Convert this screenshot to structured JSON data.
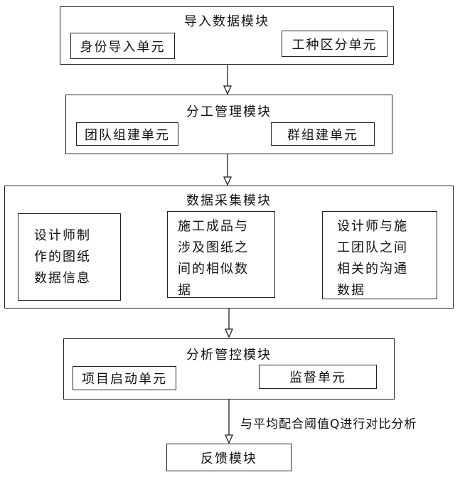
{
  "modules": {
    "import": {
      "title": "导入数据模块",
      "units": [
        "身份导入单元",
        "工种区分单元"
      ]
    },
    "division": {
      "title": "分工管理模块",
      "units": [
        "团队组建单元",
        "群组建单元"
      ]
    },
    "collection": {
      "title": "数据采集模块",
      "units": [
        [
          "设计师制",
          "作的图纸",
          "数据信息"
        ],
        [
          "施工成品与",
          "涉及图纸之",
          "间的相似数",
          "据"
        ],
        [
          "设计师与施",
          "工团队之间",
          "相关的沟通",
          "数据"
        ]
      ]
    },
    "analysis": {
      "title": "分析管控模块",
      "units": [
        "项目启动单元",
        "监督单元"
      ]
    },
    "feedback": {
      "title": "反馈模块"
    }
  },
  "edge_label": "与平均配合阈值Q进行对比分析"
}
